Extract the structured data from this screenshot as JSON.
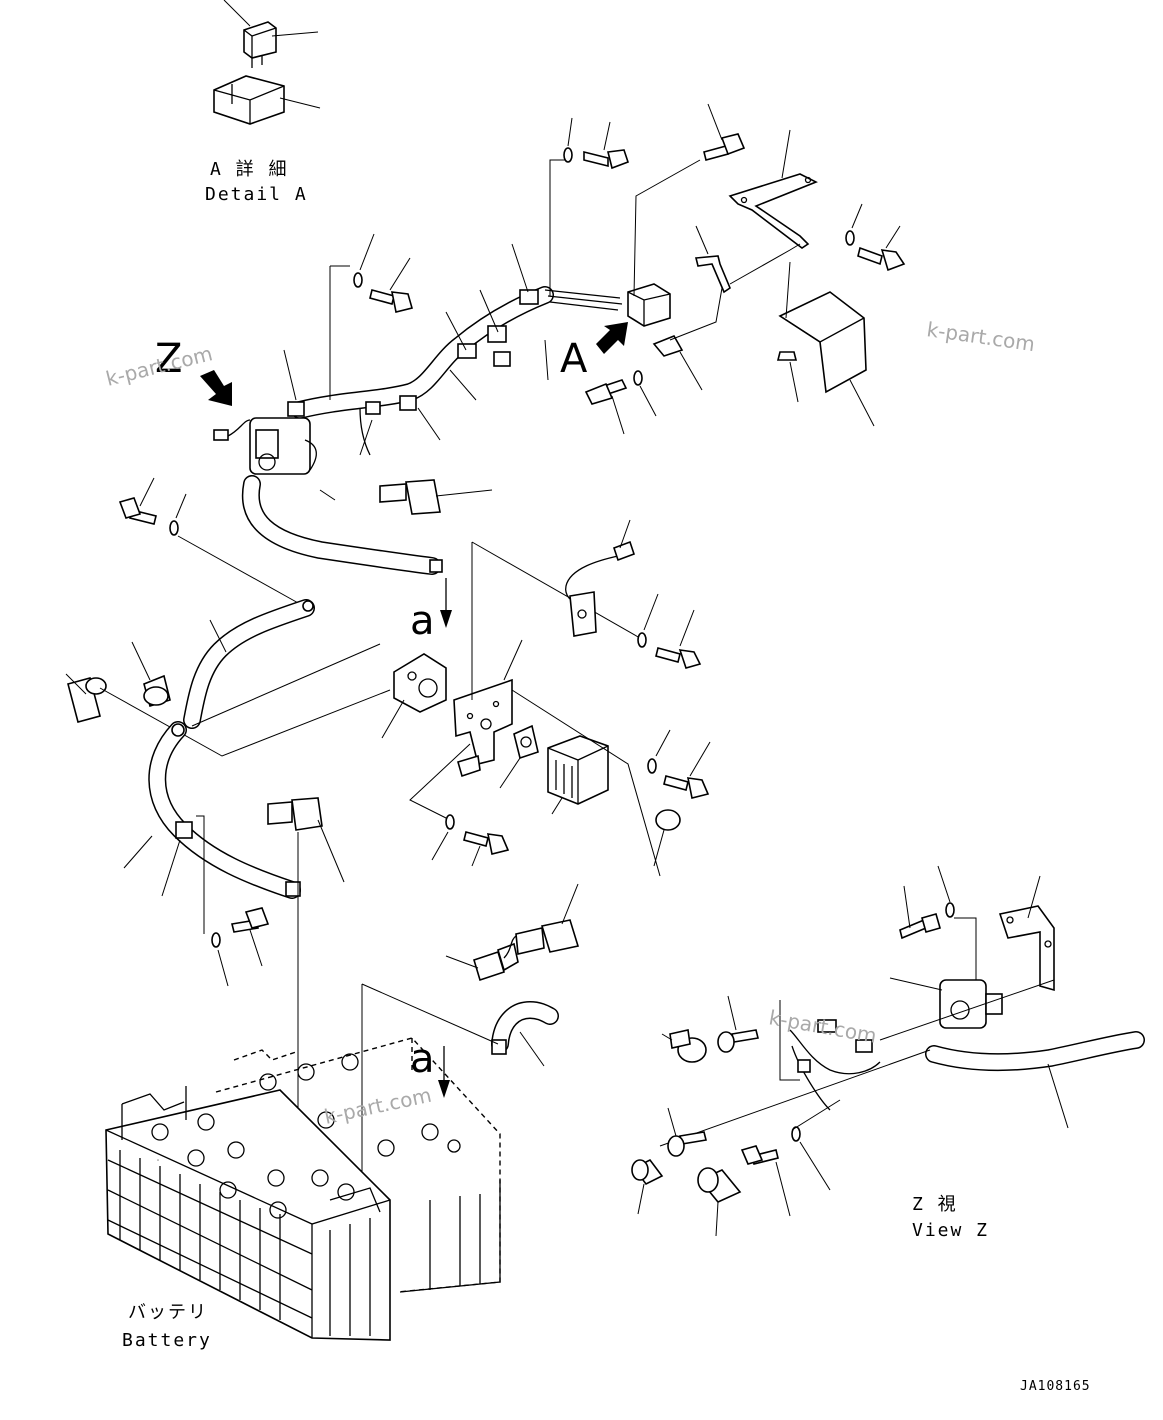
{
  "labels": {
    "detail_a_jp": "A 詳 細",
    "detail_a_en": "Detail A",
    "view_z_jp": "Z 視",
    "view_z_en": "View Z",
    "battery_jp": "バッテリ",
    "battery_en": "Battery",
    "marker_z": "Z",
    "marker_a": "A",
    "marker_a_small_1": "a",
    "marker_a_small_2": "a",
    "drawing_code": "JA108165"
  },
  "watermarks": [
    "k-part.com",
    "k-part.com",
    "k-part.com",
    "k-part.com"
  ],
  "colors": {
    "line": "#000000",
    "watermark": "#a9a9a9",
    "background": "#ffffff"
  }
}
